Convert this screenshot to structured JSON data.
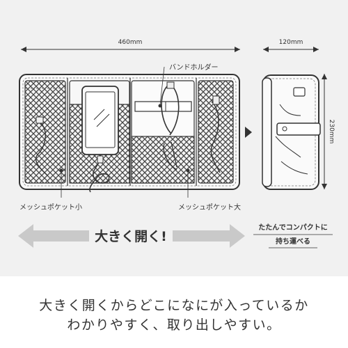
{
  "dimensions": {
    "open_width": "460mm",
    "folded_width": "120mm",
    "folded_height": "230mm"
  },
  "callouts": {
    "band_holder": "バンドホルダー",
    "mesh_pocket_small": "メッシュポケット小",
    "mesh_pocket_large": "メッシュポケット大"
  },
  "banner": {
    "opens_wide": "大きく開く!",
    "fold_line1": "たたんでコンパクトに",
    "fold_line2": "持ち運べる"
  },
  "caption": {
    "line1": "大きく開くからどこになにが入っているか",
    "line2": "わかりやすく、取り出しやすい。"
  },
  "colors": {
    "panel_bg": "#f1f1f1",
    "ink": "#333333",
    "arrow_gray": "#c9c9c9"
  }
}
